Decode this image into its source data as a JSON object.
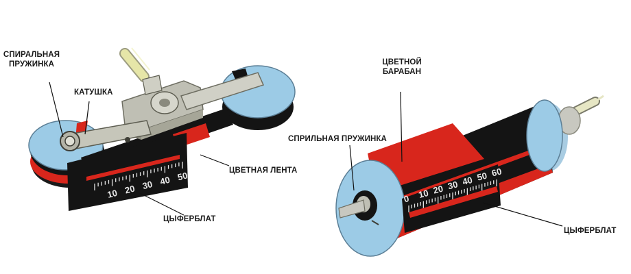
{
  "left_device": {
    "labels": {
      "spiral_spring": "СПИРАЛЬНАЯ ПРУЖИНКА",
      "spiral_spring_line1": "СПИРАЛЬНАЯ",
      "spiral_spring_line2": "ПРУЖИНКА",
      "reel": "КАТУШКА",
      "colored_tape": "ЦВЕТНАЯ ЛЕНТА",
      "dial": "ЦЫФЕРБЛАТ"
    },
    "scale_numbers": [
      "10",
      "20",
      "30",
      "40",
      "50"
    ]
  },
  "right_device": {
    "labels": {
      "colored_drum_line1": "ЦВЕТНОЙ",
      "colored_drum_line2": "БАРАБАН",
      "spiral_spring": "СПРИЛЬНАЯ ПРУЖИНКА",
      "dial": "ЦЫФЕРБЛАТ"
    },
    "scale_numbers": [
      "0",
      "10",
      "20",
      "30",
      "40",
      "50",
      "60"
    ]
  },
  "colors": {
    "blue": "#9ccbe6",
    "red": "#d8261c",
    "black": "#141414",
    "grey": "#bfbfb4",
    "cable": "#e6e6a8"
  }
}
